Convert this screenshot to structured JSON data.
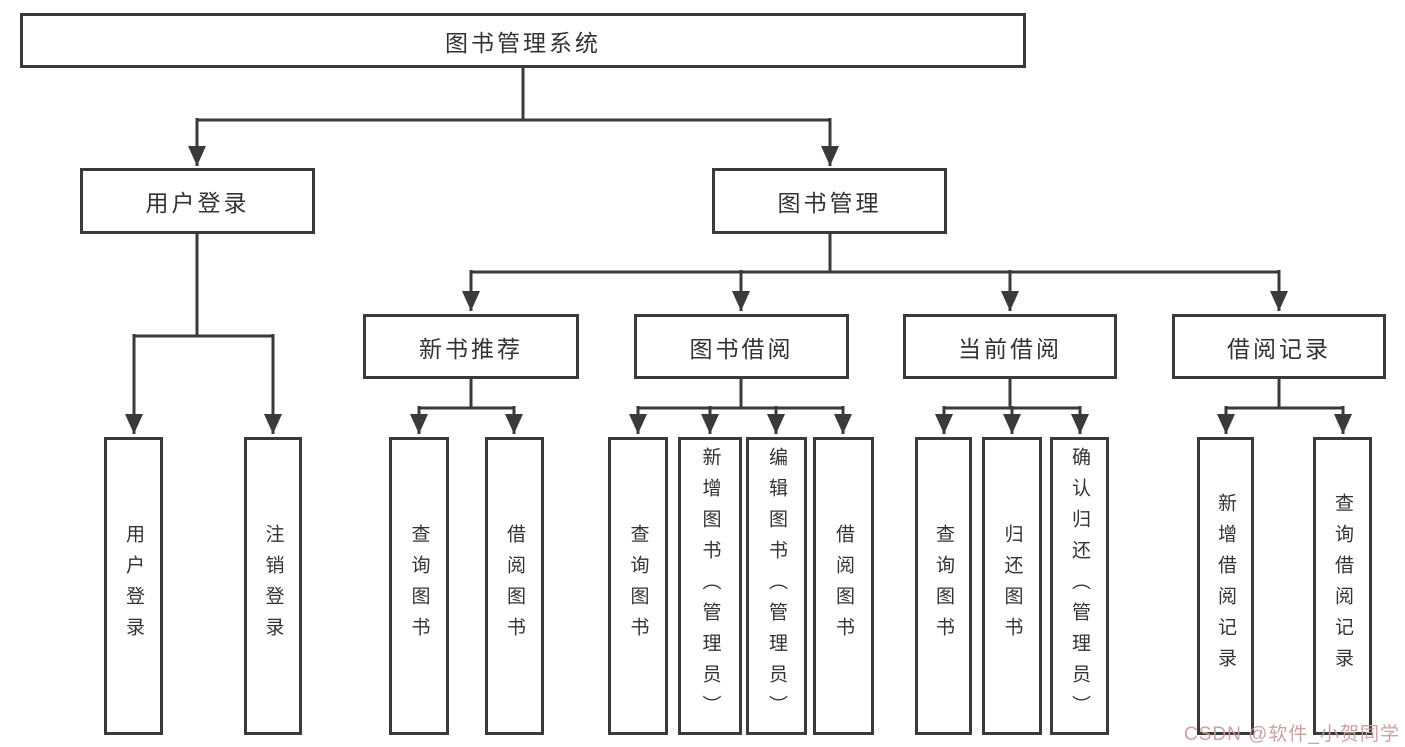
{
  "diagram": {
    "tree": {
      "label": "图书管理系统",
      "children": [
        {
          "label": "用户登录",
          "children": [
            {
              "label": "用户登录"
            },
            {
              "label": "注销登录"
            }
          ]
        },
        {
          "label": "图书管理",
          "children": [
            {
              "label": "新书推荐",
              "children": [
                {
                  "label": "查询图书"
                },
                {
                  "label": "借阅图书"
                }
              ]
            },
            {
              "label": "图书借阅",
              "children": [
                {
                  "label": "查询图书"
                },
                {
                  "label": "新增图书（管理员）"
                },
                {
                  "label": "编辑图书（管理员）"
                },
                {
                  "label": "借阅图书"
                }
              ]
            },
            {
              "label": "当前借阅",
              "children": [
                {
                  "label": "查询图书"
                },
                {
                  "label": "归还图书"
                },
                {
                  "label": "确认归还（管理员）"
                }
              ]
            },
            {
              "label": "借阅记录",
              "children": [
                {
                  "label": "新增借阅记录"
                },
                {
                  "label": "查询借阅记录"
                }
              ]
            }
          ]
        }
      ]
    }
  },
  "watermark": {
    "text": "CSDN @软件_小贺同学"
  },
  "colors": {
    "line": "#3a3a3a",
    "text": "#333333",
    "box_background": "#ffffff",
    "page_background": "#ffffff",
    "watermark": "#cb9c9c"
  }
}
